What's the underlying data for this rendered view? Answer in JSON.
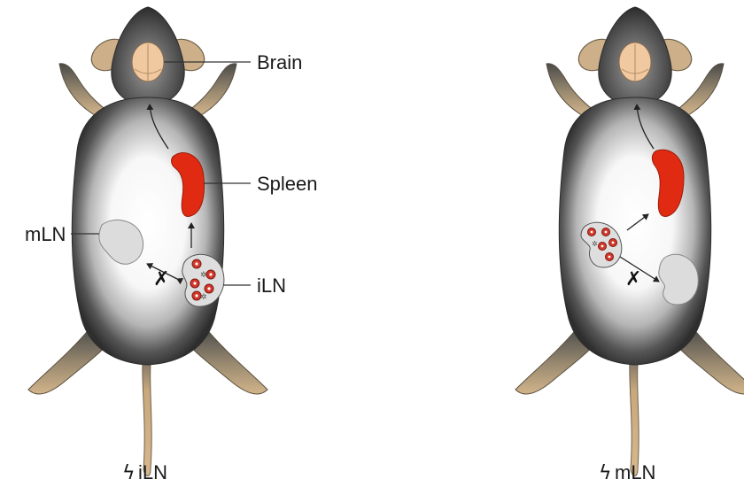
{
  "labels": {
    "brain": "Brain",
    "spleen": "Spleen",
    "mln": "mLN",
    "iln": "iLN"
  },
  "captions": {
    "left": "iLN",
    "right": "mLN"
  },
  "icons": {
    "caption_symbol": "lightning-bolt-icon",
    "blocked_symbol": "x-mark-icon"
  },
  "colors": {
    "spleen": "#e02a12",
    "brain": "#f0c9a0",
    "lymph_node": "#dcdcdc",
    "cell": "#d4372a",
    "body_dark": "#3a3a3a",
    "limb": "#c8a77a"
  }
}
